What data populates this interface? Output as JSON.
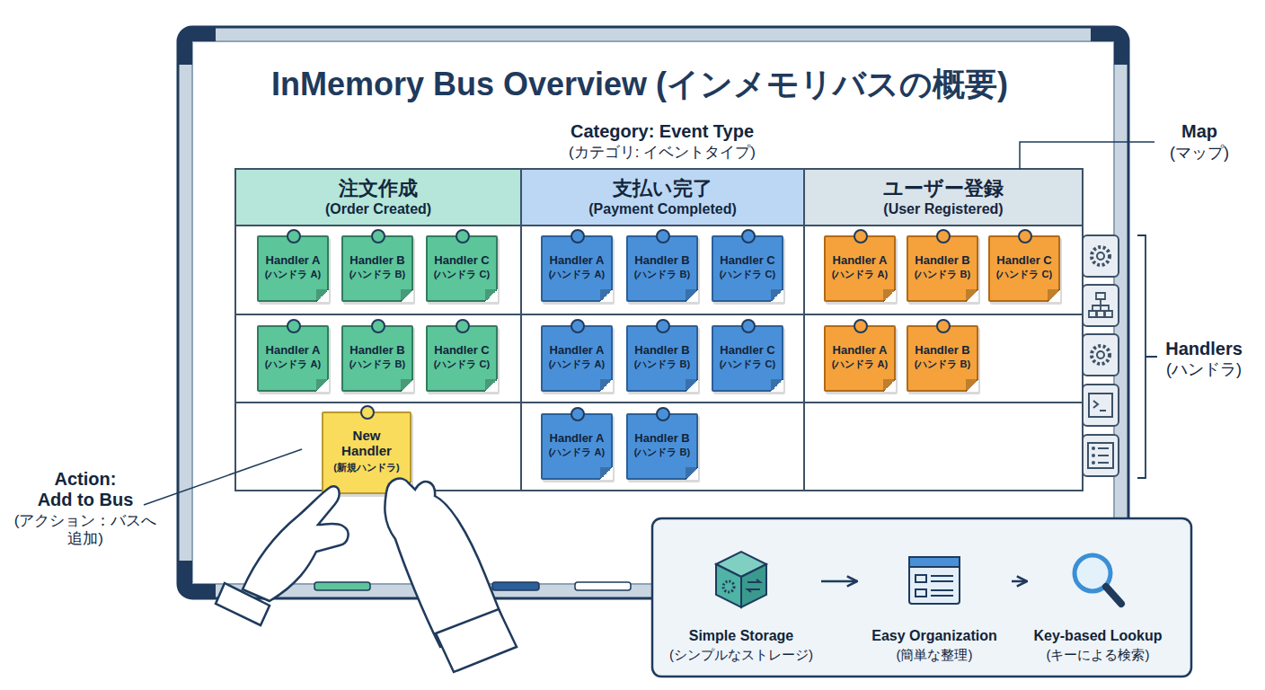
{
  "diagram": {
    "title": "InMemory Bus Overview (インメモリバスの概要)",
    "nodes": [
      {
        "text": [
          "注文作成",
          "(Order Created)"
        ]
      },
      {
        "text": [
          "Handler A",
          "(ハンドラ A)"
        ],
        "in": 0
      },
      {
        "text": [
          "Handler B",
          "(ハンドラ B)"
        ],
        "in": 0
      },
      {
        "text": [
          "Handler C",
          "(ハンドラ C)"
        ],
        "in": 0
      },
      {
        "text": [
          "Handler A",
          "(ハンドラ A)"
        ],
        "in": 0
      },
      {
        "text": [
          "Handler B",
          "(ハンドラ B)"
        ],
        "in": 0
      },
      {
        "text": [
          "Handler C",
          "(ハンドラ C)"
        ],
        "in": 0
      },
      {
        "text": [
          "New Handler",
          "(新規ハンドラ)"
        ],
        "in": 0
      },
      {
        "text": [
          "支払い完了",
          "(Payment Completed)"
        ]
      },
      {
        "text": [
          "Handler A",
          "(ハンドラ A)"
        ],
        "in": 8
      },
      {
        "text": [
          "Handler B",
          "(ハンドラ B)"
        ],
        "in": 8
      },
      {
        "text": [
          "Handler C",
          "(ハンドラ C)"
        ],
        "in": 8
      },
      {
        "text": [
          "Handler A",
          "(ハンドラ A)"
        ],
        "in": 8
      },
      {
        "text": [
          "Handler B",
          "(ハンドラ B)"
        ],
        "in": 8
      },
      {
        "text": [
          "Handler C",
          "(ハンドラ C)"
        ],
        "in": 8
      },
      {
        "text": [
          "Handler A",
          "(ハンドラ A)"
        ],
        "in": 8
      },
      {
        "text": [
          "Handler B",
          "(ハンドラ B)"
        ],
        "in": 8
      },
      {
        "text": [
          "ユーザー登録",
          "(User Registered)"
        ]
      },
      {
        "text": [
          "Handler A",
          "(ハンドラ A)"
        ],
        "in": 17
      },
      {
        "text": [
          "Handler B",
          "(ハンドラ B)"
        ],
        "in": 17
      },
      {
        "text": [
          "Handler C",
          "(ハンドラ C)"
        ],
        "in": 17
      },
      {
        "text": [
          "Handler A",
          "(ハンドラ A)"
        ],
        "in": 17
      },
      {
        "text": [
          "Handler B",
          "(ハンドラ B)"
        ],
        "in": 17
      },
      {
        "text": [
          "Simple Storage",
          "(シンプルなストレージ)"
        ]
      },
      {
        "text": [
          "Easy Organization",
          "(簡単な整理)"
        ]
      },
      {
        "text": [
          "Key-based Lookup",
          "(キーによる検索)"
        ]
      }
    ],
    "edges": [
      {
        "from": 23,
        "to": 24,
        "arrow": "to"
      },
      {
        "from": 24,
        "to": 25,
        "arrow": "to"
      }
    ],
    "labels": [
      "Category: Event Type",
      "(カテゴリ: イベントタイプ)",
      "Map",
      "(マップ)",
      "Handlers",
      "(ハンドラ)",
      "Action:",
      "Add to Bus",
      "(アクション：バスへ追加)"
    ]
  }
}
